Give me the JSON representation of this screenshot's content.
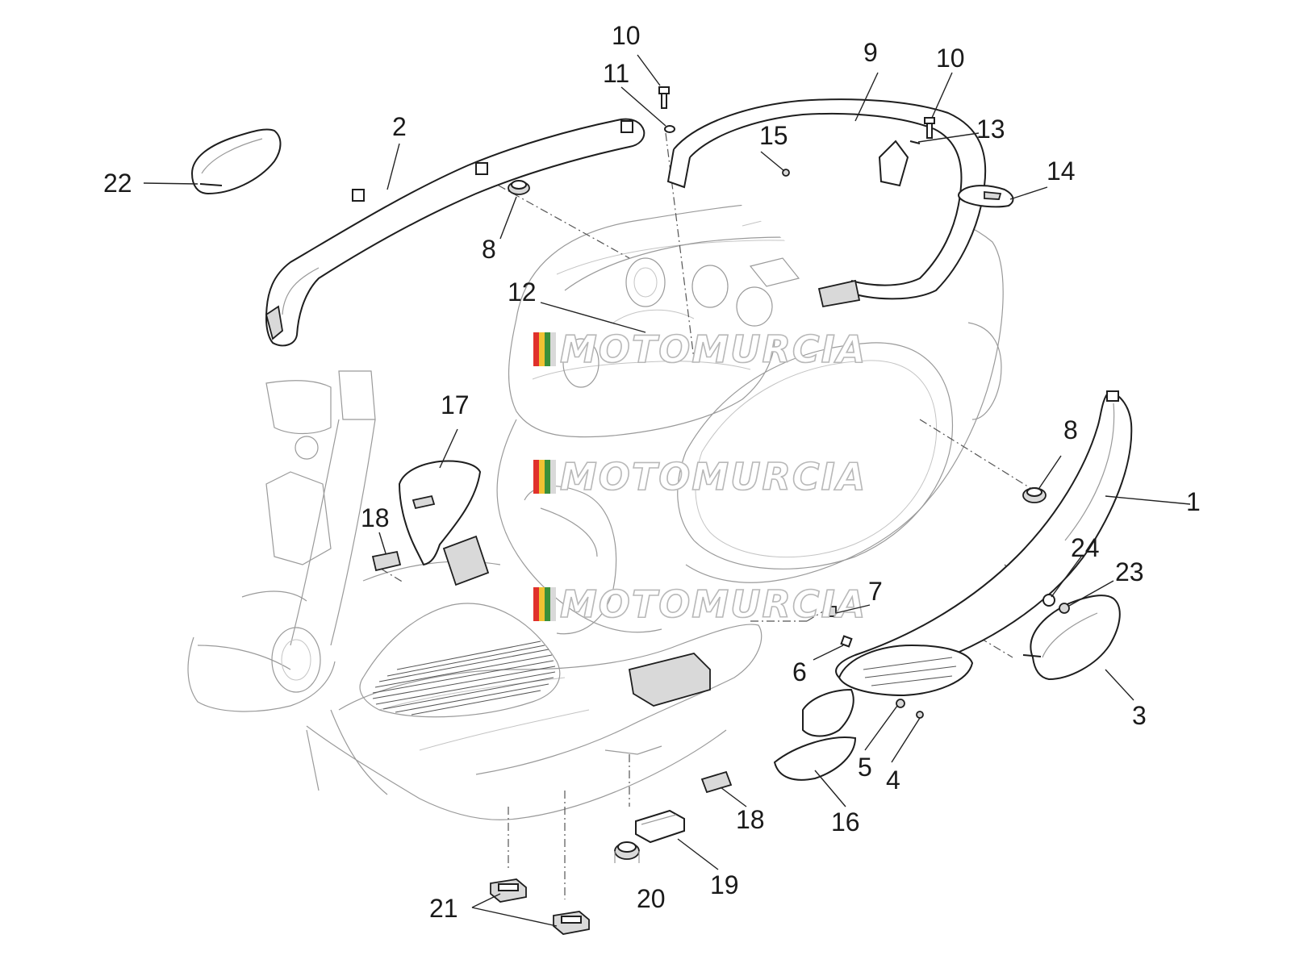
{
  "diagram": {
    "watermark": {
      "text": "MOTOMURCIA",
      "stripe_colors": [
        "#e0312b",
        "#f1c232",
        "#3a8f3a",
        "#d9d9d9"
      ]
    },
    "callouts": [
      {
        "id": "c1",
        "text": "1"
      },
      {
        "id": "c2",
        "text": "2"
      },
      {
        "id": "c3",
        "text": "3"
      },
      {
        "id": "c4",
        "text": "4"
      },
      {
        "id": "c5",
        "text": "5"
      },
      {
        "id": "c6",
        "text": "6"
      },
      {
        "id": "c7",
        "text": "7"
      },
      {
        "id": "c8a",
        "text": "8"
      },
      {
        "id": "c8b",
        "text": "8"
      },
      {
        "id": "c9",
        "text": "9"
      },
      {
        "id": "c10a",
        "text": "10"
      },
      {
        "id": "c10b",
        "text": "10"
      },
      {
        "id": "c11",
        "text": "11"
      },
      {
        "id": "c12",
        "text": "12"
      },
      {
        "id": "c13",
        "text": "13"
      },
      {
        "id": "c14",
        "text": "14"
      },
      {
        "id": "c15",
        "text": "15"
      },
      {
        "id": "c16",
        "text": "16"
      },
      {
        "id": "c17",
        "text": "17"
      },
      {
        "id": "c18a",
        "text": "18"
      },
      {
        "id": "c18b",
        "text": "18"
      },
      {
        "id": "c19",
        "text": "19"
      },
      {
        "id": "c20",
        "text": "20"
      },
      {
        "id": "c21",
        "text": "21"
      },
      {
        "id": "c22",
        "text": "22"
      },
      {
        "id": "c23",
        "text": "23"
      },
      {
        "id": "c24",
        "text": "24"
      }
    ]
  }
}
